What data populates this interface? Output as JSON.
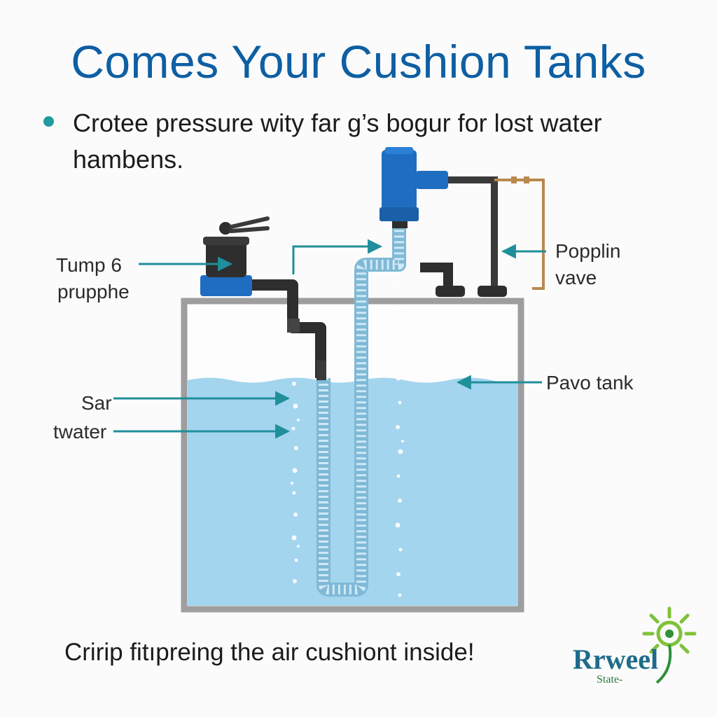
{
  "title": "Comes Your Cushion Tanks",
  "bullet": "Crotee pressure wity far g’s bogur for lost water hambens.",
  "labels": {
    "pump_line1": "Tump 6",
    "pump_line2": "prupphe",
    "valve_line1": "Popplin",
    "valve_line2": "vave",
    "tank": "Pavo tank",
    "water_line1": "Sar",
    "water_line2": "twater"
  },
  "caption": "Cririp fitıpreing the air cushiont inside!",
  "logo": {
    "name": "Rrweel",
    "sub": "State-"
  },
  "colors": {
    "title": "#0e5fa3",
    "accent": "#1f9b9f",
    "water": "#a3d5ef",
    "tank_wall": "#9e9e9e",
    "pump_blue": "#1f6dc0",
    "pipe_dark": "#2e2e2e",
    "valve_wire": "#b88a4e"
  }
}
